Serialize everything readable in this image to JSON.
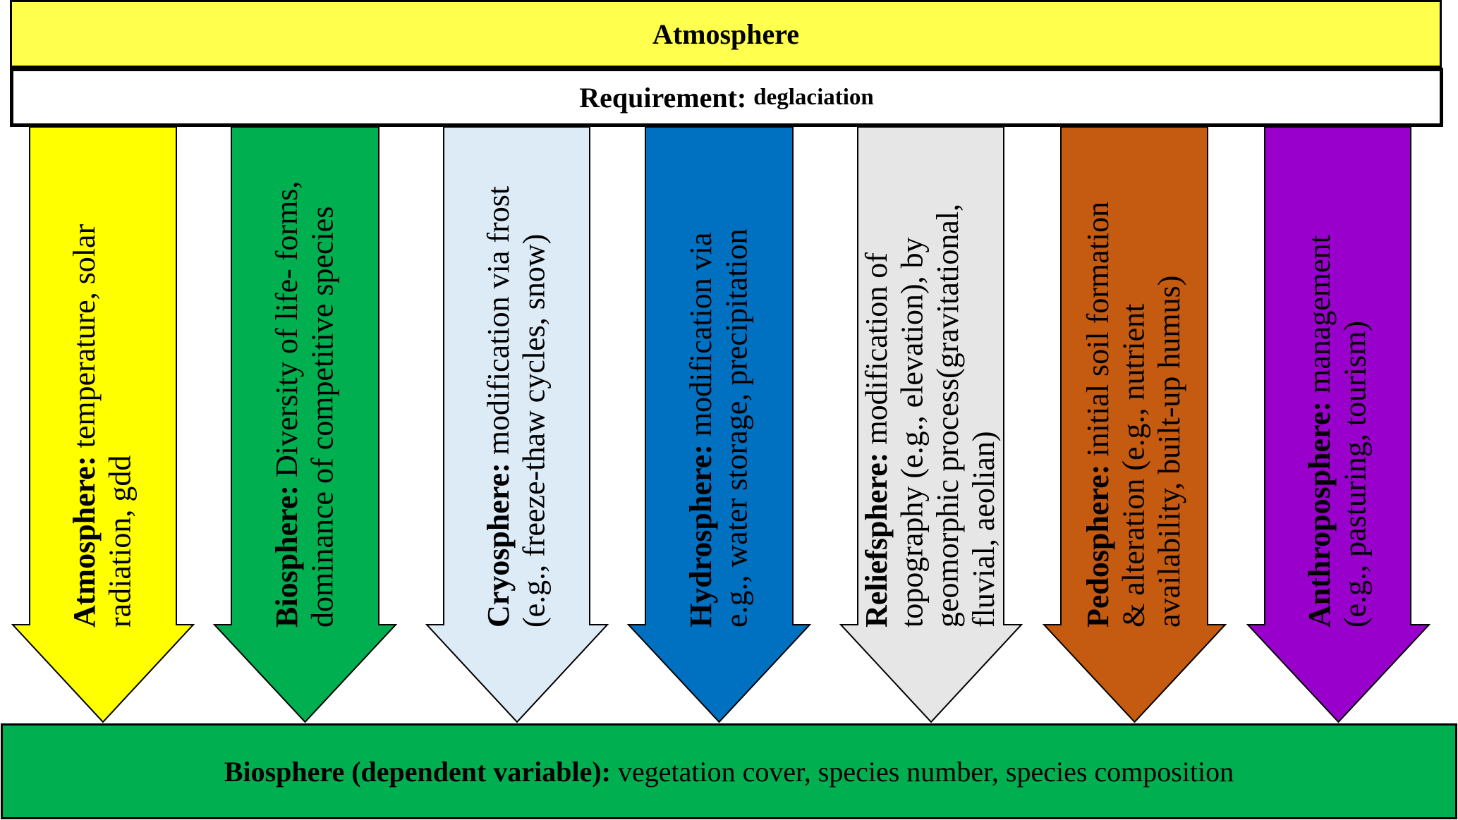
{
  "header": {
    "title": "Atmosphere"
  },
  "requirement": {
    "label": "Requirement",
    "sep": ": ",
    "value": "deglaciation"
  },
  "arrows": [
    {
      "color": "#FFFF00",
      "label": "Atmosphere:",
      "first": " temperature, solar",
      "rest": [
        "radiation, gdd"
      ]
    },
    {
      "color": "#00B050",
      "label": "Biosphere:",
      "first": " Diversity of life- forms,",
      "rest": [
        "dominance of competitive species"
      ]
    },
    {
      "color": "#DDEBF7",
      "label": "Cryosphere:",
      "first": " modification via frost",
      "rest": [
        "(e.g., freeze-thaw cycles, snow)"
      ]
    },
    {
      "color": "#0070C0",
      "label": "Hydrosphere:",
      "first": " modification via",
      "rest": [
        "e.g., water storage, precipitation"
      ]
    },
    {
      "color": "#E7E6E6",
      "label": "Reliefsphere:",
      "first": " modification of",
      "rest": [
        "topography (e.g., elevation), by",
        "geomorphic process(gravitational,",
        "fluvial, aeolian)"
      ]
    },
    {
      "color": "#C55A11",
      "label": "Pedosphere:",
      "first": " initial soil formation",
      "rest": [
        "& alteration (e.g., nutrient",
        "availability, built-up humus)"
      ]
    },
    {
      "color": "#9900CC",
      "label": "Anthroposphere:",
      "first": " management",
      "rest": [
        "(e.g., pasturing, tourism)"
      ]
    }
  ],
  "footer": {
    "label": "Biosphere (dependent variable):",
    "value": " vegetation cover, species number, species composition"
  }
}
